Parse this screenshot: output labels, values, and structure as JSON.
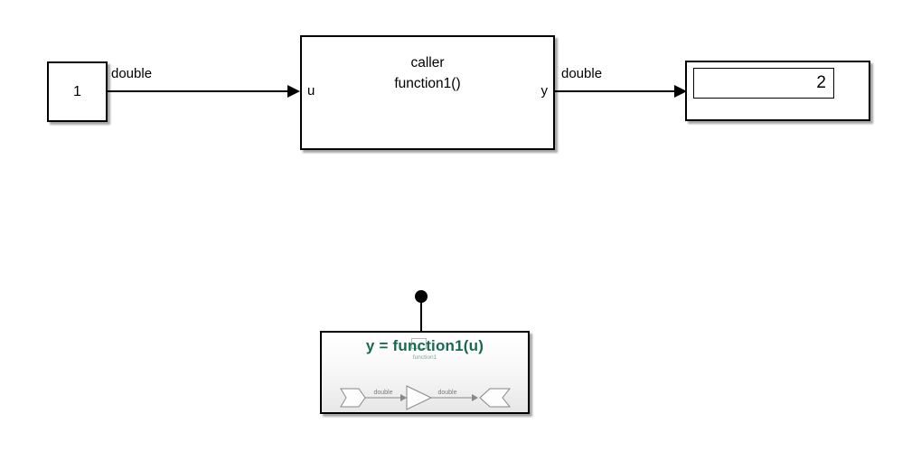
{
  "diagram": {
    "constant_block": {
      "value": "1"
    },
    "signal1": {
      "label": "double"
    },
    "caller_block": {
      "title_line1": "caller",
      "title_line2": "function1()",
      "input_port_label": "u",
      "output_port_label": "y"
    },
    "signal2": {
      "label": "double"
    },
    "display_block": {
      "value": "2"
    },
    "function_block": {
      "prototype": "y = function1(u)",
      "name_label": "function1",
      "mini_in_signal_label": "double",
      "mini_out_signal_label": "double"
    }
  },
  "colors": {
    "canvas_background": "#ffffff",
    "block_border": "#000000",
    "prototype_green": "#176a50",
    "name_label_green": "#7fa893",
    "mini_diagram_gray": "#878787"
  }
}
